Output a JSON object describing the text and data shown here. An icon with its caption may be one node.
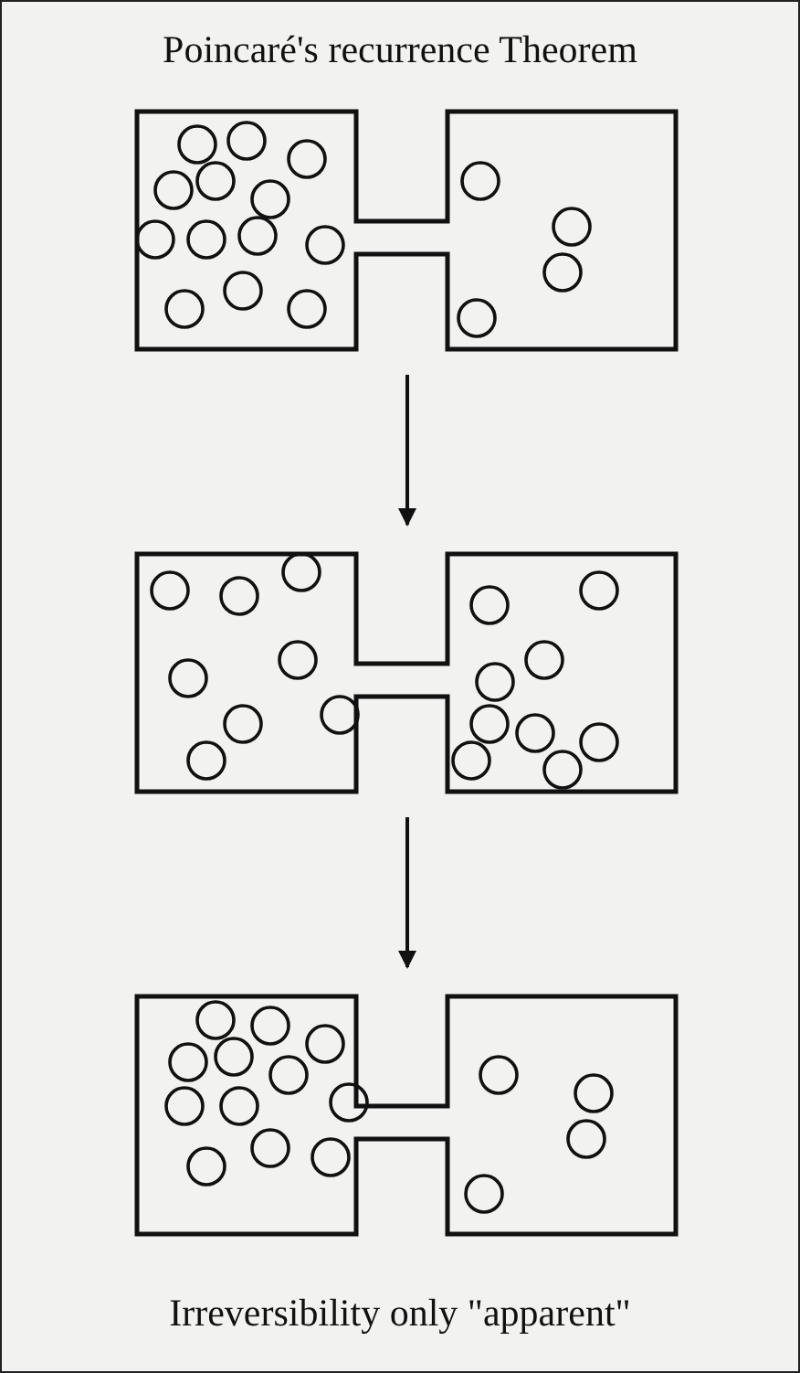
{
  "diagram": {
    "title": "Poincaré's recurrence Theorem",
    "caption": "Irreversibility only \"apparent\"",
    "nodes": [
      {
        "text": [],
        "shape": "picture"
      },
      {
        "text": [],
        "shape": "picture"
      },
      {
        "text": [],
        "shape": "picture"
      }
    ],
    "edges": [
      {
        "from": 0,
        "to": 1,
        "arrow": "to"
      },
      {
        "from": 1,
        "to": 2,
        "arrow": "to"
      }
    ]
  }
}
